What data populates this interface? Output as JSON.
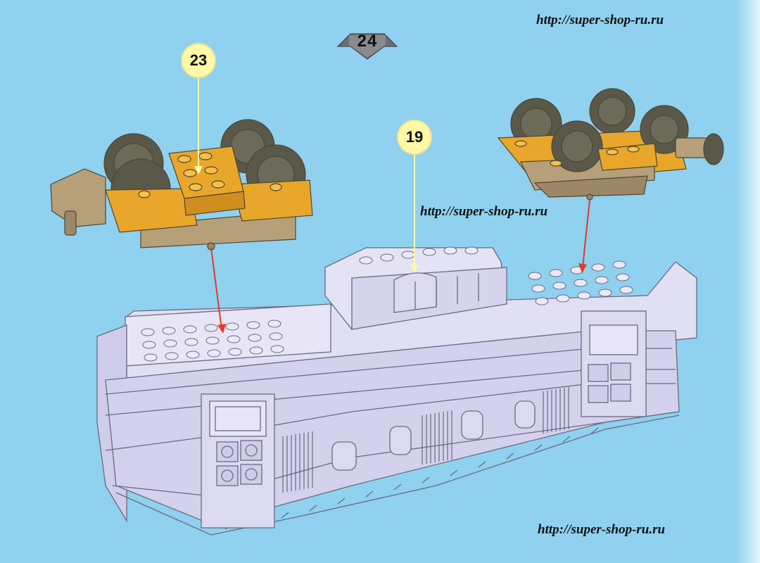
{
  "watermarks": {
    "top": "http://super-shop-ru.ru",
    "middle": "http://super-shop-ru.ru",
    "bottom": "http://super-shop-ru.ru"
  },
  "step": {
    "number": "24"
  },
  "callouts": {
    "left_bogie": "23",
    "roof_part": "19"
  },
  "colors": {
    "background": "#8fd1ee",
    "body_fill": "#d8d6ef",
    "body_line": "#6a6a80",
    "bogie_orange": "#e8a62a",
    "bogie_tan": "#b6a07a",
    "wheel": "#5a5848",
    "callout_fill": "#fff8a8",
    "guide_red": "#e23a2a"
  },
  "icons": {
    "step_badge": "arrow-down-badge"
  }
}
